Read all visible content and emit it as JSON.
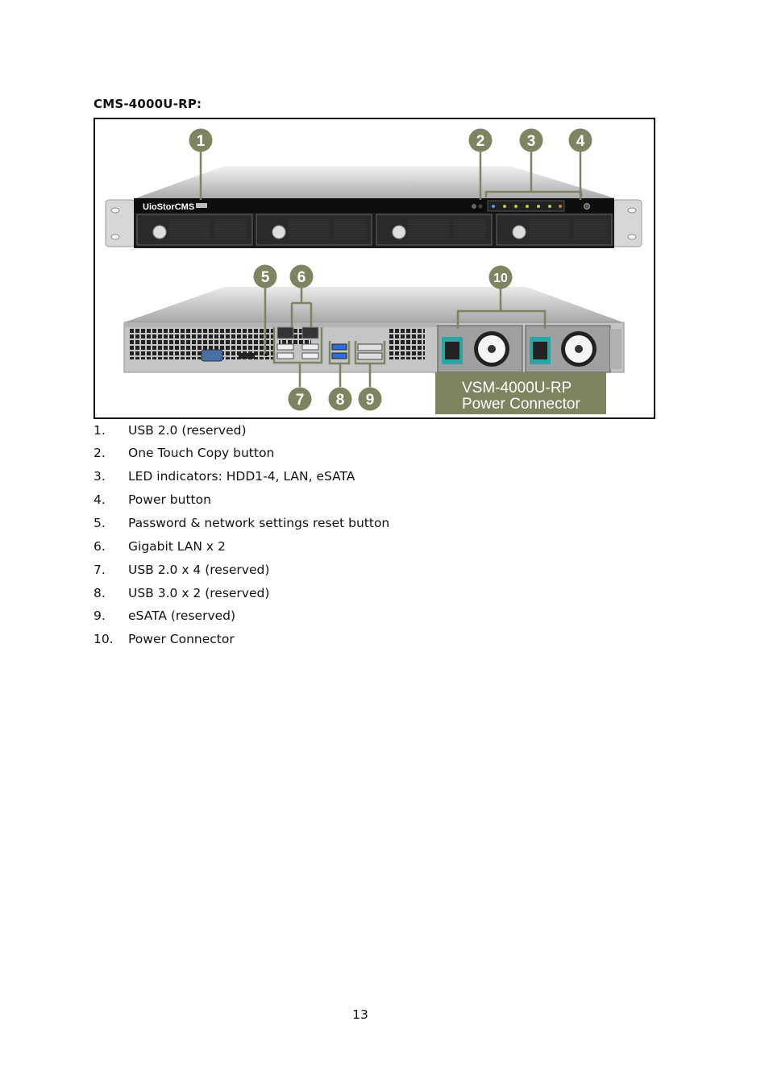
{
  "heading": "CMS-4000U-RP:",
  "figure": {
    "front_brand": "UioStorCMS",
    "callout_color": "#7c8560",
    "callouts": [
      "1",
      "2",
      "3",
      "4",
      "5",
      "6",
      "10",
      "7",
      "8",
      "9"
    ],
    "psu_label_line1": "VSM-4000U-RP",
    "psu_label_line2": "Power Connector"
  },
  "list": [
    {
      "num": "1.",
      "text": "USB 2.0 (reserved)"
    },
    {
      "num": "2.",
      "text": "One Touch Copy button"
    },
    {
      "num": "3.",
      "text": "LED indicators: HDD1-4, LAN, eSATA"
    },
    {
      "num": "4.",
      "text": "Power button"
    },
    {
      "num": "5.",
      "text": "Password & network settings reset button"
    },
    {
      "num": "6.",
      "text": "Gigabit LAN x 2"
    },
    {
      "num": "7.",
      "text": "USB 2.0 x 4 (reserved)"
    },
    {
      "num": "8.",
      "text": "USB 3.0 x 2 (reserved)"
    },
    {
      "num": "9.",
      "text": "eSATA (reserved)"
    },
    {
      "num": "10.",
      "text": "Power Connector"
    }
  ],
  "page_number": "13"
}
